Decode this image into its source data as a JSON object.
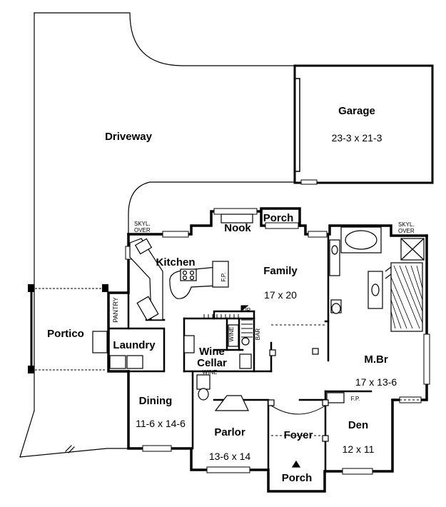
{
  "rooms": {
    "driveway": {
      "label": "Driveway"
    },
    "garage": {
      "label": "Garage",
      "size": "23-3 x 21-3"
    },
    "portico": {
      "label": "Portico"
    },
    "nook": {
      "label": "Nook"
    },
    "porch_rear": {
      "label": "Porch"
    },
    "kitchen": {
      "label": "Kitchen"
    },
    "family": {
      "label": "Family",
      "size": "17 x 20"
    },
    "pantry": {
      "label": "PANTRY"
    },
    "laundry": {
      "label": "Laundry"
    },
    "wine_cellar": {
      "label_line1": "Wine",
      "label_line2": "Cellar"
    },
    "master": {
      "label": "M.Br",
      "size": "17 x 13-6"
    },
    "dining": {
      "label": "Dining",
      "size": "11-6 x 14-6"
    },
    "parlor": {
      "label": "Parlor",
      "size": "13-6 x 14"
    },
    "foyer": {
      "label": "Foyer"
    },
    "den": {
      "label": "Den",
      "size": "12 x 11"
    },
    "porch_front": {
      "label": "Porch"
    }
  },
  "annotations": {
    "skyl_kitchen": {
      "line1": "SKYL.",
      "line2": "OVER"
    },
    "skyl_master": {
      "line1": "SKYL.",
      "line2": "OVER"
    },
    "fp_family": "F.P.",
    "fp_den": "F.P.",
    "up": "UP",
    "wine_vertical": "WINE",
    "bar": "BAR",
    "wine_horizontal": "WINE"
  }
}
